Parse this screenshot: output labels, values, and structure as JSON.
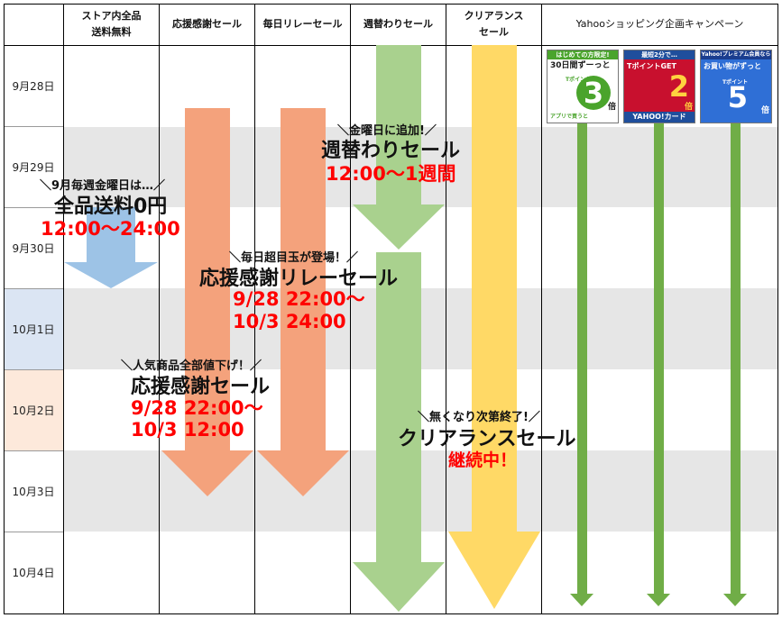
{
  "columns": [
    {
      "line1": "ストア内全品",
      "line2": "送料無料"
    },
    {
      "line1": "応援感謝セール",
      "line2": ""
    },
    {
      "line1": "毎日リレーセール",
      "line2": ""
    },
    {
      "line1": "週替わりセール",
      "line2": ""
    },
    {
      "line1": "クリアランス",
      "line2": "セール"
    },
    {
      "line1": "Yahooショッピング企画キャンペーン",
      "line2": ""
    }
  ],
  "dates": [
    "9月28日",
    "9月29日",
    "9月30日",
    "10月1日",
    "10月2日",
    "10月3日",
    "10月4日"
  ],
  "colors": {
    "blue_arrow": "#9dc3e6",
    "orange_arrow": "#f4a27c",
    "green_arrow": "#a9d18e",
    "yellow_arrow": "#ffd966",
    "campaign_arrow": "#70ad47",
    "red_text": "#ff0000"
  },
  "notes": {
    "shipping": {
      "kicker": "＼9月毎週金曜日は…／",
      "title": "全品送料0円",
      "time": "12:00〜24:00"
    },
    "weekly": {
      "kicker": "＼金曜日に追加!／",
      "title": "週替わりセール",
      "time": "12:00〜1週間"
    },
    "relay": {
      "kicker": "＼毎日超目玉が登場！／",
      "title": "応援感謝リレーセール",
      "line1": "9/28 22:00〜",
      "line2": "10/3 24:00"
    },
    "thanks": {
      "kicker": "＼人気商品全部値下げ！／",
      "title": "応援感謝セール",
      "line1": "9/28 22:00〜",
      "line2": "10/3 12:00"
    },
    "clearance": {
      "kicker": "＼無くなり次第終了!／",
      "title": "クリアランスセール",
      "status": "継続中！"
    }
  },
  "banners": [
    {
      "caption": "はじめての方限定!",
      "headline": "30日間ずーっと",
      "sub": "Tポイント",
      "multiplier": "3",
      "unit": "倍",
      "footer": "アプリで買うと",
      "bg": "#ffffff",
      "accent": "#4aa42c",
      "mult_color": "#ffffff"
    },
    {
      "caption": "最短2分で…",
      "headline": "TポイントGET",
      "sub": "",
      "multiplier": "2",
      "unit": "倍",
      "footer": "YAHOO!カード",
      "bg": "#c8102e",
      "accent": "#1f4e9c",
      "mult_color": "#ffd23f"
    },
    {
      "caption": "Yahoo!プレミアム会員なら",
      "headline": "お買い物がずっと",
      "sub": "Tポイント",
      "multiplier": "5",
      "unit": "倍",
      "footer": "",
      "bg": "#2f6fd6",
      "accent": "#1a3d8f",
      "mult_color": "#ffffff"
    }
  ]
}
